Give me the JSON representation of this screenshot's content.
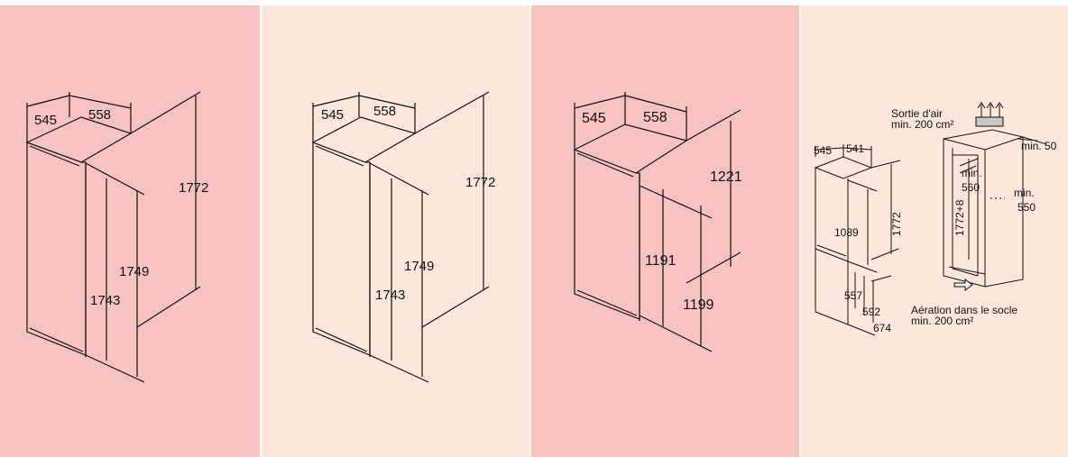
{
  "colors": {
    "pink": "#f7c2c2",
    "peach": "#fde6dc",
    "line": "#111111"
  },
  "panels": [
    {
      "id": "panel-1",
      "background": "pink",
      "depth": "545",
      "width": "558",
      "height_outer": "1772",
      "height_mid": "1749",
      "height_inner": "1743"
    },
    {
      "id": "panel-2",
      "background": "peach",
      "depth": "545",
      "width": "558",
      "height_outer": "1772",
      "height_mid": "1749",
      "height_inner": "1743"
    },
    {
      "id": "panel-3",
      "background": "pink",
      "depth": "545",
      "width": "558",
      "height_top": "1221",
      "height_door": "1191",
      "height_front": "1199"
    },
    {
      "id": "panel-4",
      "background": "peach",
      "depth": "545",
      "width": "541",
      "height_total": "1772",
      "height_upper": "1089",
      "dim_557": "557",
      "dim_592": "592",
      "dim_674": "674",
      "air_out_label": "Sortie d'air",
      "air_out_area": "min. 200 cm²",
      "air_in_label": "Aération dans le socle",
      "air_in_area": "min. 200 cm²",
      "niche_height": "1772+8",
      "niche_width_a": "min.",
      "niche_width_b": "560",
      "niche_depth_a": "min.",
      "niche_depth_b": "550",
      "top_gap": "min. 50"
    }
  ]
}
